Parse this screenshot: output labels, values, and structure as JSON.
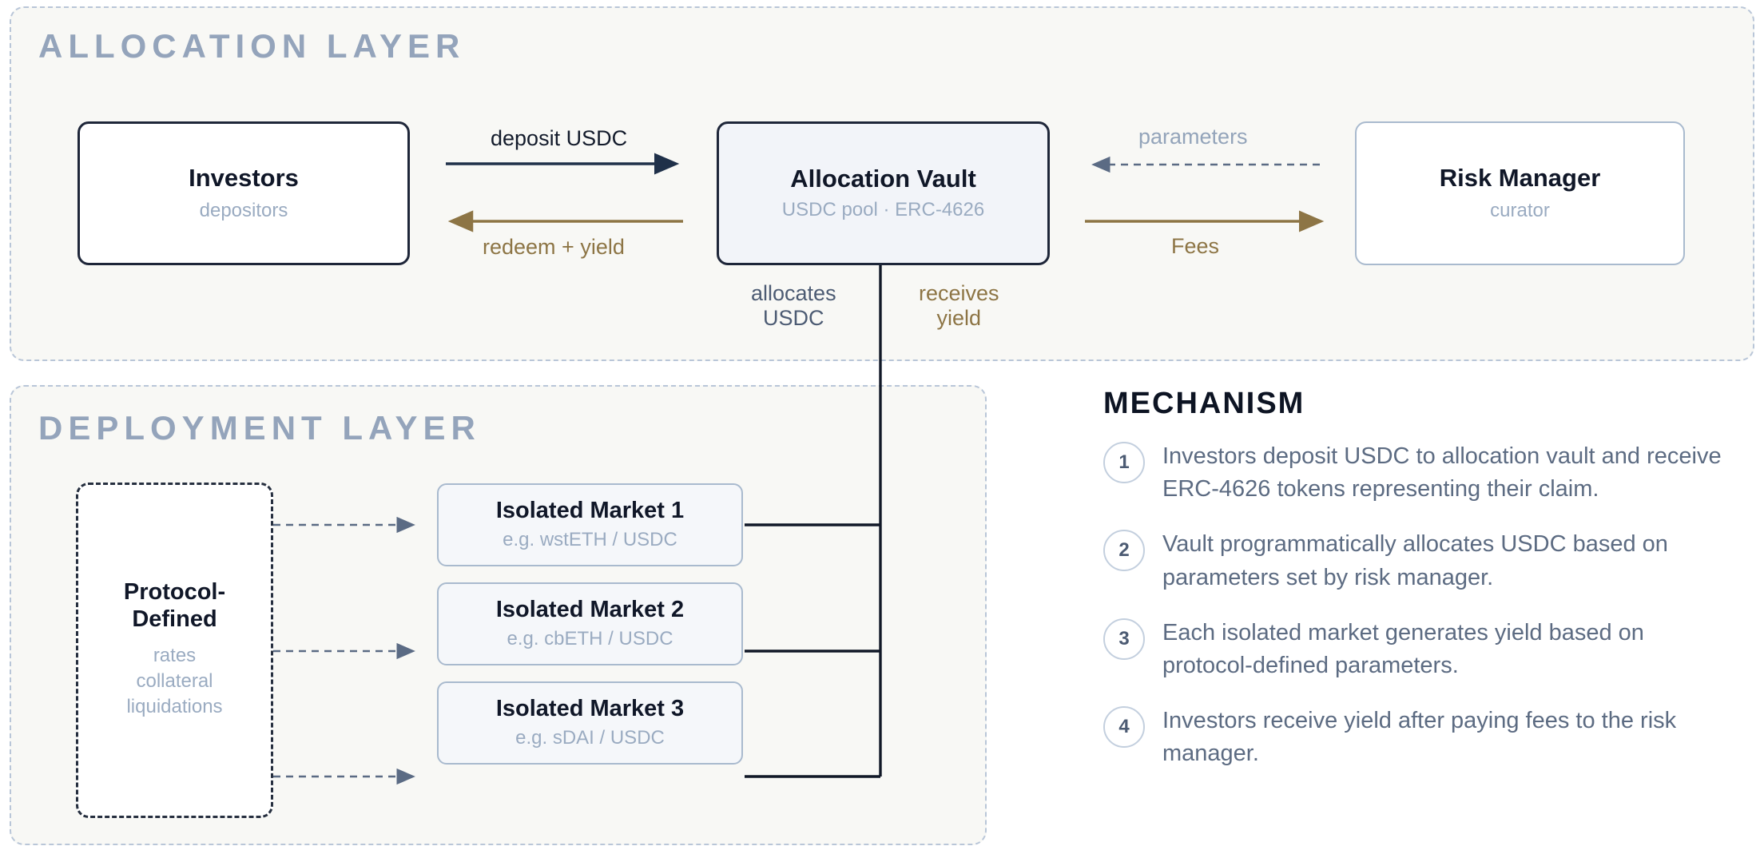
{
  "layers": {
    "allocation": {
      "title": "ALLOCATION LAYER"
    },
    "deployment": {
      "title": "DEPLOYMENT LAYER"
    }
  },
  "nodes": {
    "investors": {
      "title": "Investors",
      "subtitle": "depositors"
    },
    "vault": {
      "title": "Allocation Vault",
      "subtitle": "USDC pool · ERC-4626"
    },
    "risk_manager": {
      "title": "Risk Manager",
      "subtitle": "curator"
    },
    "protocol": {
      "title_line1": "Protocol-",
      "title_line2": "Defined",
      "sub1": "rates",
      "sub2": "collateral",
      "sub3": "liquidations"
    },
    "markets": [
      {
        "title": "Isolated Market 1",
        "subtitle": "e.g. wstETH / USDC"
      },
      {
        "title": "Isolated Market 2",
        "subtitle": "e.g. cbETH / USDC"
      },
      {
        "title": "Isolated Market 3",
        "subtitle": "e.g. sDAI / USDC"
      }
    ]
  },
  "flows": {
    "deposit": "deposit USDC",
    "redeem": "redeem + yield",
    "parameters": "parameters",
    "fees": "Fees",
    "allocates_line1": "allocates",
    "allocates_line2": "USDC",
    "receives_line1": "receives",
    "receives_line2": "yield"
  },
  "mechanism": {
    "title": "MECHANISM",
    "steps": [
      {
        "num": "1",
        "text": "Investors deposit USDC to allocation vault and receive ERC-4626 tokens representing their claim."
      },
      {
        "num": "2",
        "text": "Vault programmatically allocates USDC based on parameters set by risk manager."
      },
      {
        "num": "3",
        "text": "Each isolated market generates yield based on protocol-defined parameters."
      },
      {
        "num": "4",
        "text": "Investors receive yield after paying fees to the risk manager."
      }
    ]
  },
  "colors": {
    "page_bg": "#ffffff",
    "panel_bg": "#f8f8f5",
    "panel_border": "#b9c6d8",
    "layer_title": "#94a4bb",
    "node_dark_border": "#1e2639",
    "node_light_border": "#a9bace",
    "vault_fill": "#f2f4f9",
    "market_fill": "#f5f7fa",
    "title_text": "#101728",
    "subtitle_text": "#9aabc1",
    "deposit_arrow": "#1f3049",
    "yield_gold": "#8d7545",
    "dashed_arrow": "#64748b",
    "trunk_line": "#111827",
    "mech_text": "#5c6b82",
    "mech_badge_ring": "#c3cfde"
  }
}
